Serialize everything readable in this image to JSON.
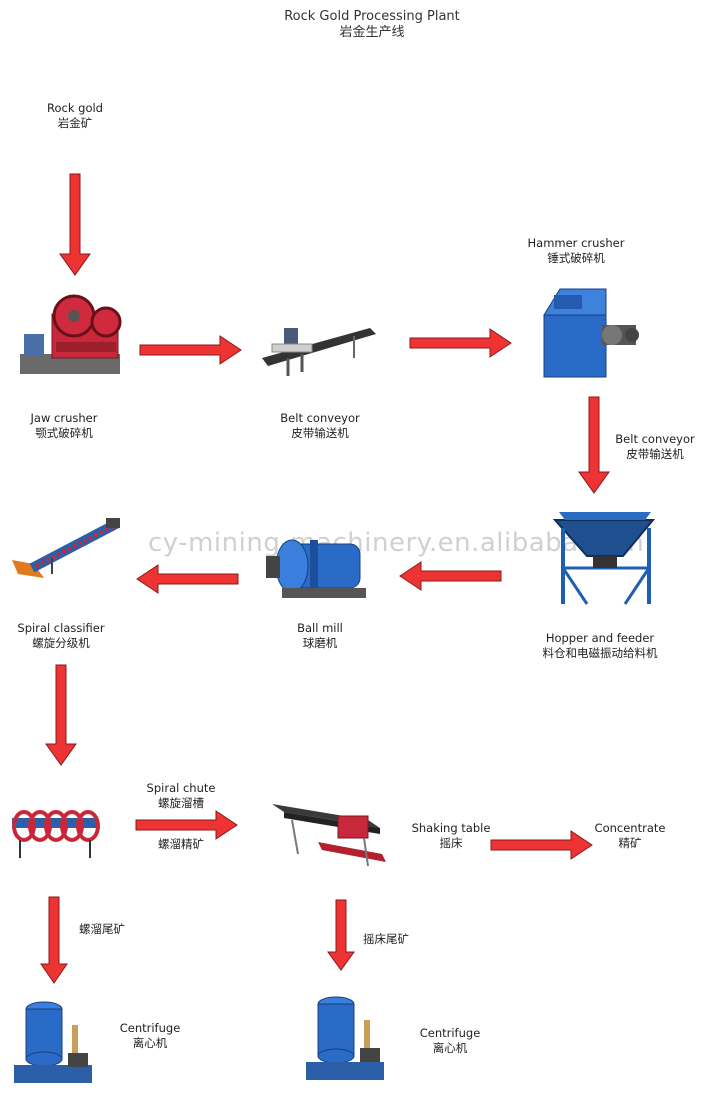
{
  "title": {
    "en": "Rock Gold Processing Plant",
    "zh": "岩金生产线"
  },
  "watermark": "cy-mining-machinery.en.alibaba.com",
  "colors": {
    "arrow_fill": "#ee3333",
    "arrow_stroke": "#8a1a1a",
    "machine_red": "#c8283a",
    "machine_blue": "#2b6bc8"
  },
  "nodes": {
    "rock_gold": {
      "en": "Rock gold",
      "zh": "岩金矿"
    },
    "jaw_crusher": {
      "en": "Jaw crusher",
      "zh": "颚式破碎机"
    },
    "belt_conveyor_1": {
      "en": "Belt conveyor",
      "zh": "皮带输送机"
    },
    "hammer_crusher": {
      "en": "Hammer crusher",
      "zh": "锤式破碎机"
    },
    "belt_conveyor_2": {
      "en": "Belt conveyor",
      "zh": "皮带输送机"
    },
    "hopper_feeder": {
      "en": "Hopper and feeder",
      "zh": "料仓和电磁振动给料机"
    },
    "ball_mill": {
      "en": "Ball mill",
      "zh": "球磨机"
    },
    "spiral_classifier": {
      "en": "Spiral classifier",
      "zh": "螺旋分级机"
    },
    "spiral_chute": {
      "en": "Spiral chute",
      "zh": "螺旋溜槽"
    },
    "spiral_chute_concentrate": {
      "zh": "螺溜精矿"
    },
    "shaking_table": {
      "en": "Shaking table",
      "zh": "摇床"
    },
    "concentrate": {
      "en": "Concentrate",
      "zh": "精矿"
    },
    "spiral_chute_tailings": {
      "zh": "螺溜尾矿"
    },
    "shaking_table_tailings": {
      "zh": "摇床尾矿"
    },
    "centrifuge_1": {
      "en": "Centrifuge",
      "zh": "离心机"
    },
    "centrifuge_2": {
      "en": "Centrifuge",
      "zh": "离心机"
    }
  }
}
